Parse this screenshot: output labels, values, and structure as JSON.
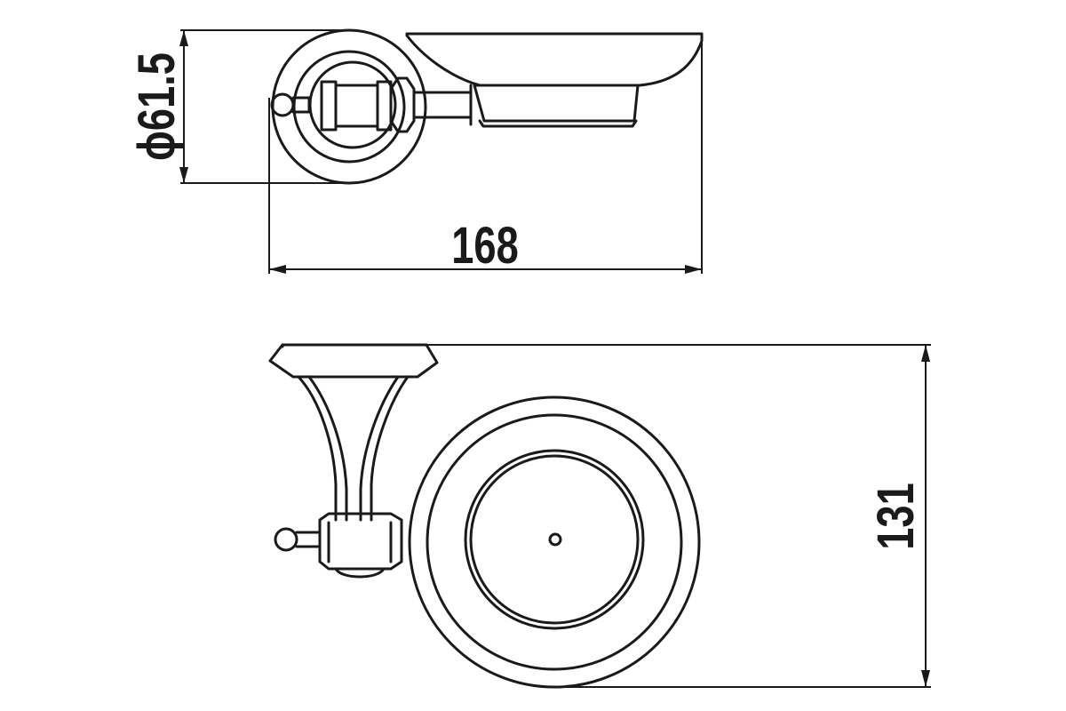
{
  "dimensions": {
    "diameter": "ϕ61.5",
    "length": "168",
    "height": "131"
  }
}
